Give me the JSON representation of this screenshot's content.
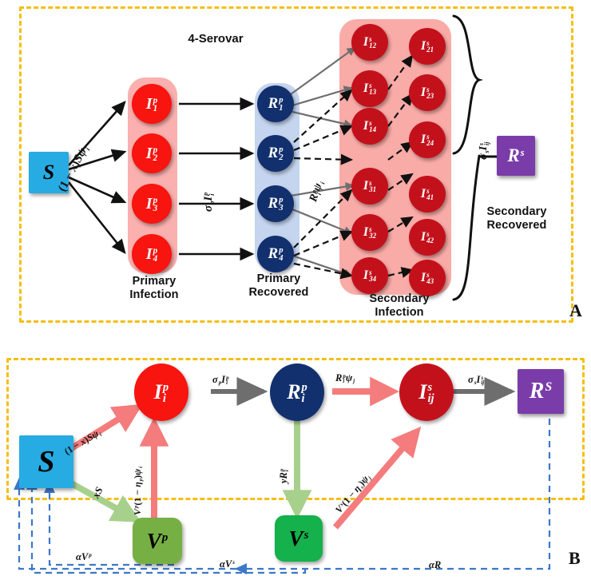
{
  "figure": {
    "panel_a_letter": "A",
    "panel_b_letter": "B",
    "title_a": "4-Serovar",
    "colors": {
      "panel_border": "#F5BE15",
      "susceptible": "#27ABE3",
      "primary_infection": "#F8140F",
      "primary_recovered": "#12306E",
      "secondary_infection": "#C3111B",
      "recovered_secondary": "#7A3CA8",
      "vaccine_primary": "#76B044",
      "vaccine_secondary": "#14B14C",
      "band_infection": "#F9ABA7",
      "band_recovered": "#C5D5EF",
      "arrow_black": "#111111",
      "arrow_gray": "#6E6E6E",
      "arrow_pink": "#F47C7C",
      "arrow_green": "#A8D08D",
      "arrow_blue_dashed": "#3C78C8"
    }
  },
  "panel_a": {
    "group_captions": {
      "primary_infection": "Primary\nInfection",
      "primary_recovered": "Primary\nRecovered",
      "secondary_infection": "Secondary\nInfection",
      "secondary_recovered": "Secondary\nRecovered"
    },
    "nodes": {
      "susceptible": {
        "base": "S",
        "sup": "",
        "sub": ""
      },
      "primary_infection": [
        {
          "base": "I",
          "sup": "p",
          "sub": "1"
        },
        {
          "base": "I",
          "sup": "p",
          "sub": "2"
        },
        {
          "base": "I",
          "sup": "p",
          "sub": "3"
        },
        {
          "base": "I",
          "sup": "p",
          "sub": "4"
        }
      ],
      "primary_recovered": [
        {
          "base": "R",
          "sup": "p",
          "sub": "1"
        },
        {
          "base": "R",
          "sup": "p",
          "sub": "2"
        },
        {
          "base": "R",
          "sup": "p",
          "sub": "3"
        },
        {
          "base": "R",
          "sup": "p",
          "sub": "4"
        }
      ],
      "secondary_infection": [
        {
          "base": "I",
          "sup": "s",
          "sub": "12"
        },
        {
          "base": "I",
          "sup": "s",
          "sub": "13"
        },
        {
          "base": "I",
          "sup": "s",
          "sub": "14"
        },
        {
          "base": "I",
          "sup": "s",
          "sub": "21"
        },
        {
          "base": "I",
          "sup": "s",
          "sub": "23"
        },
        {
          "base": "I",
          "sup": "s",
          "sub": "24"
        },
        {
          "base": "I",
          "sup": "s",
          "sub": "31"
        },
        {
          "base": "I",
          "sup": "s",
          "sub": "32"
        },
        {
          "base": "I",
          "sup": "s",
          "sub": "34"
        },
        {
          "base": "I",
          "sup": "s",
          "sub": "41"
        },
        {
          "base": "I",
          "sup": "s",
          "sub": "42"
        },
        {
          "base": "I",
          "sup": "s",
          "sub": "43"
        }
      ],
      "recovered_secondary": {
        "base": "R",
        "sup": "s",
        "sub": ""
      }
    },
    "edge_labels": {
      "s_to_ip": "(1 − x)Sψi",
      "ip_to_rp": "σpIip",
      "rp_to_is": "Ripψi",
      "is_to_rs": "σsIijs"
    }
  },
  "panel_b": {
    "nodes": {
      "susceptible": {
        "base": "S",
        "sup": "",
        "sub": ""
      },
      "primary_infection": {
        "base": "I",
        "sup": "p",
        "sub": "i"
      },
      "primary_recovered": {
        "base": "R",
        "sup": "p",
        "sub": "i"
      },
      "secondary_infection": {
        "base": "I",
        "sup": "s",
        "sub": "ij"
      },
      "recovered_secondary": {
        "base": "R",
        "sup": "S",
        "sub": ""
      },
      "vaccine_primary": {
        "base": "V",
        "sup": "p",
        "sub": ""
      },
      "vaccine_secondary": {
        "base": "V",
        "sup": "s",
        "sub": ""
      }
    },
    "edge_labels": {
      "s_to_ip": "(1 − x)Sψi",
      "ip_to_rp": "σpIip",
      "rp_to_is": "Ripψj",
      "is_to_rs": "σsIijs",
      "s_to_vp": "xS",
      "vp_to_ip": "Vp(1 − ηp)ψi",
      "rp_to_vs": "yRip",
      "vs_to_is": "Vs(1 − ηs)ψj",
      "vp_return": "αVp",
      "vs_return": "αVs",
      "r_return": "αR"
    }
  }
}
